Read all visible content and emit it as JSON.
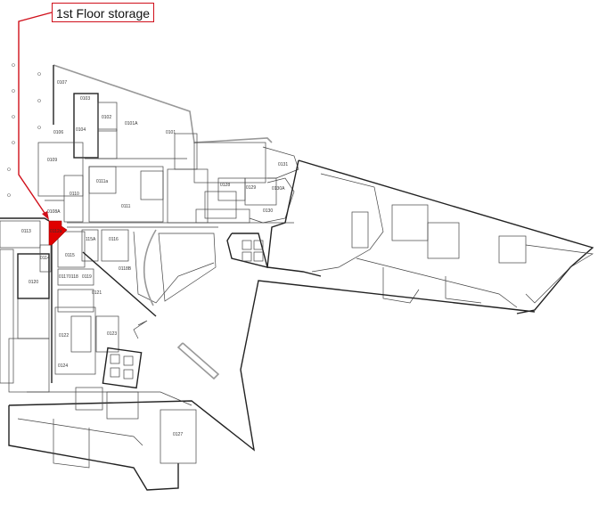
{
  "callout": {
    "label": "1st Floor storage",
    "color": "#d0101b"
  },
  "highlighted_room": "0112a",
  "rooms": {
    "r0107": "0107",
    "r0103": "0103",
    "r0102": "0102",
    "r0104": "0104",
    "r0101A": "0101A",
    "r0101": "0101",
    "r0106": "0106",
    "r0109": "0109",
    "r0111a": "0111a",
    "r0110": "0110",
    "r0111": "0111",
    "r0108A": "0108A",
    "r0113": "0113",
    "r0112a": "0112a",
    "r0115A": "115A",
    "r0116": "0116",
    "r0115": "0115",
    "r0118B": "0118B",
    "r0114": "0114",
    "r0120": "0120",
    "r0117": "0117",
    "r0118": "0118",
    "r0119": "0119",
    "r0121": "0121",
    "r0122": "0122",
    "r0123": "0123",
    "r0124": "0124",
    "r0127": "0127",
    "r0131": "0131",
    "r0128": "0128",
    "r0129": "0129",
    "r0130A": "0130A",
    "r0130": "0130"
  }
}
